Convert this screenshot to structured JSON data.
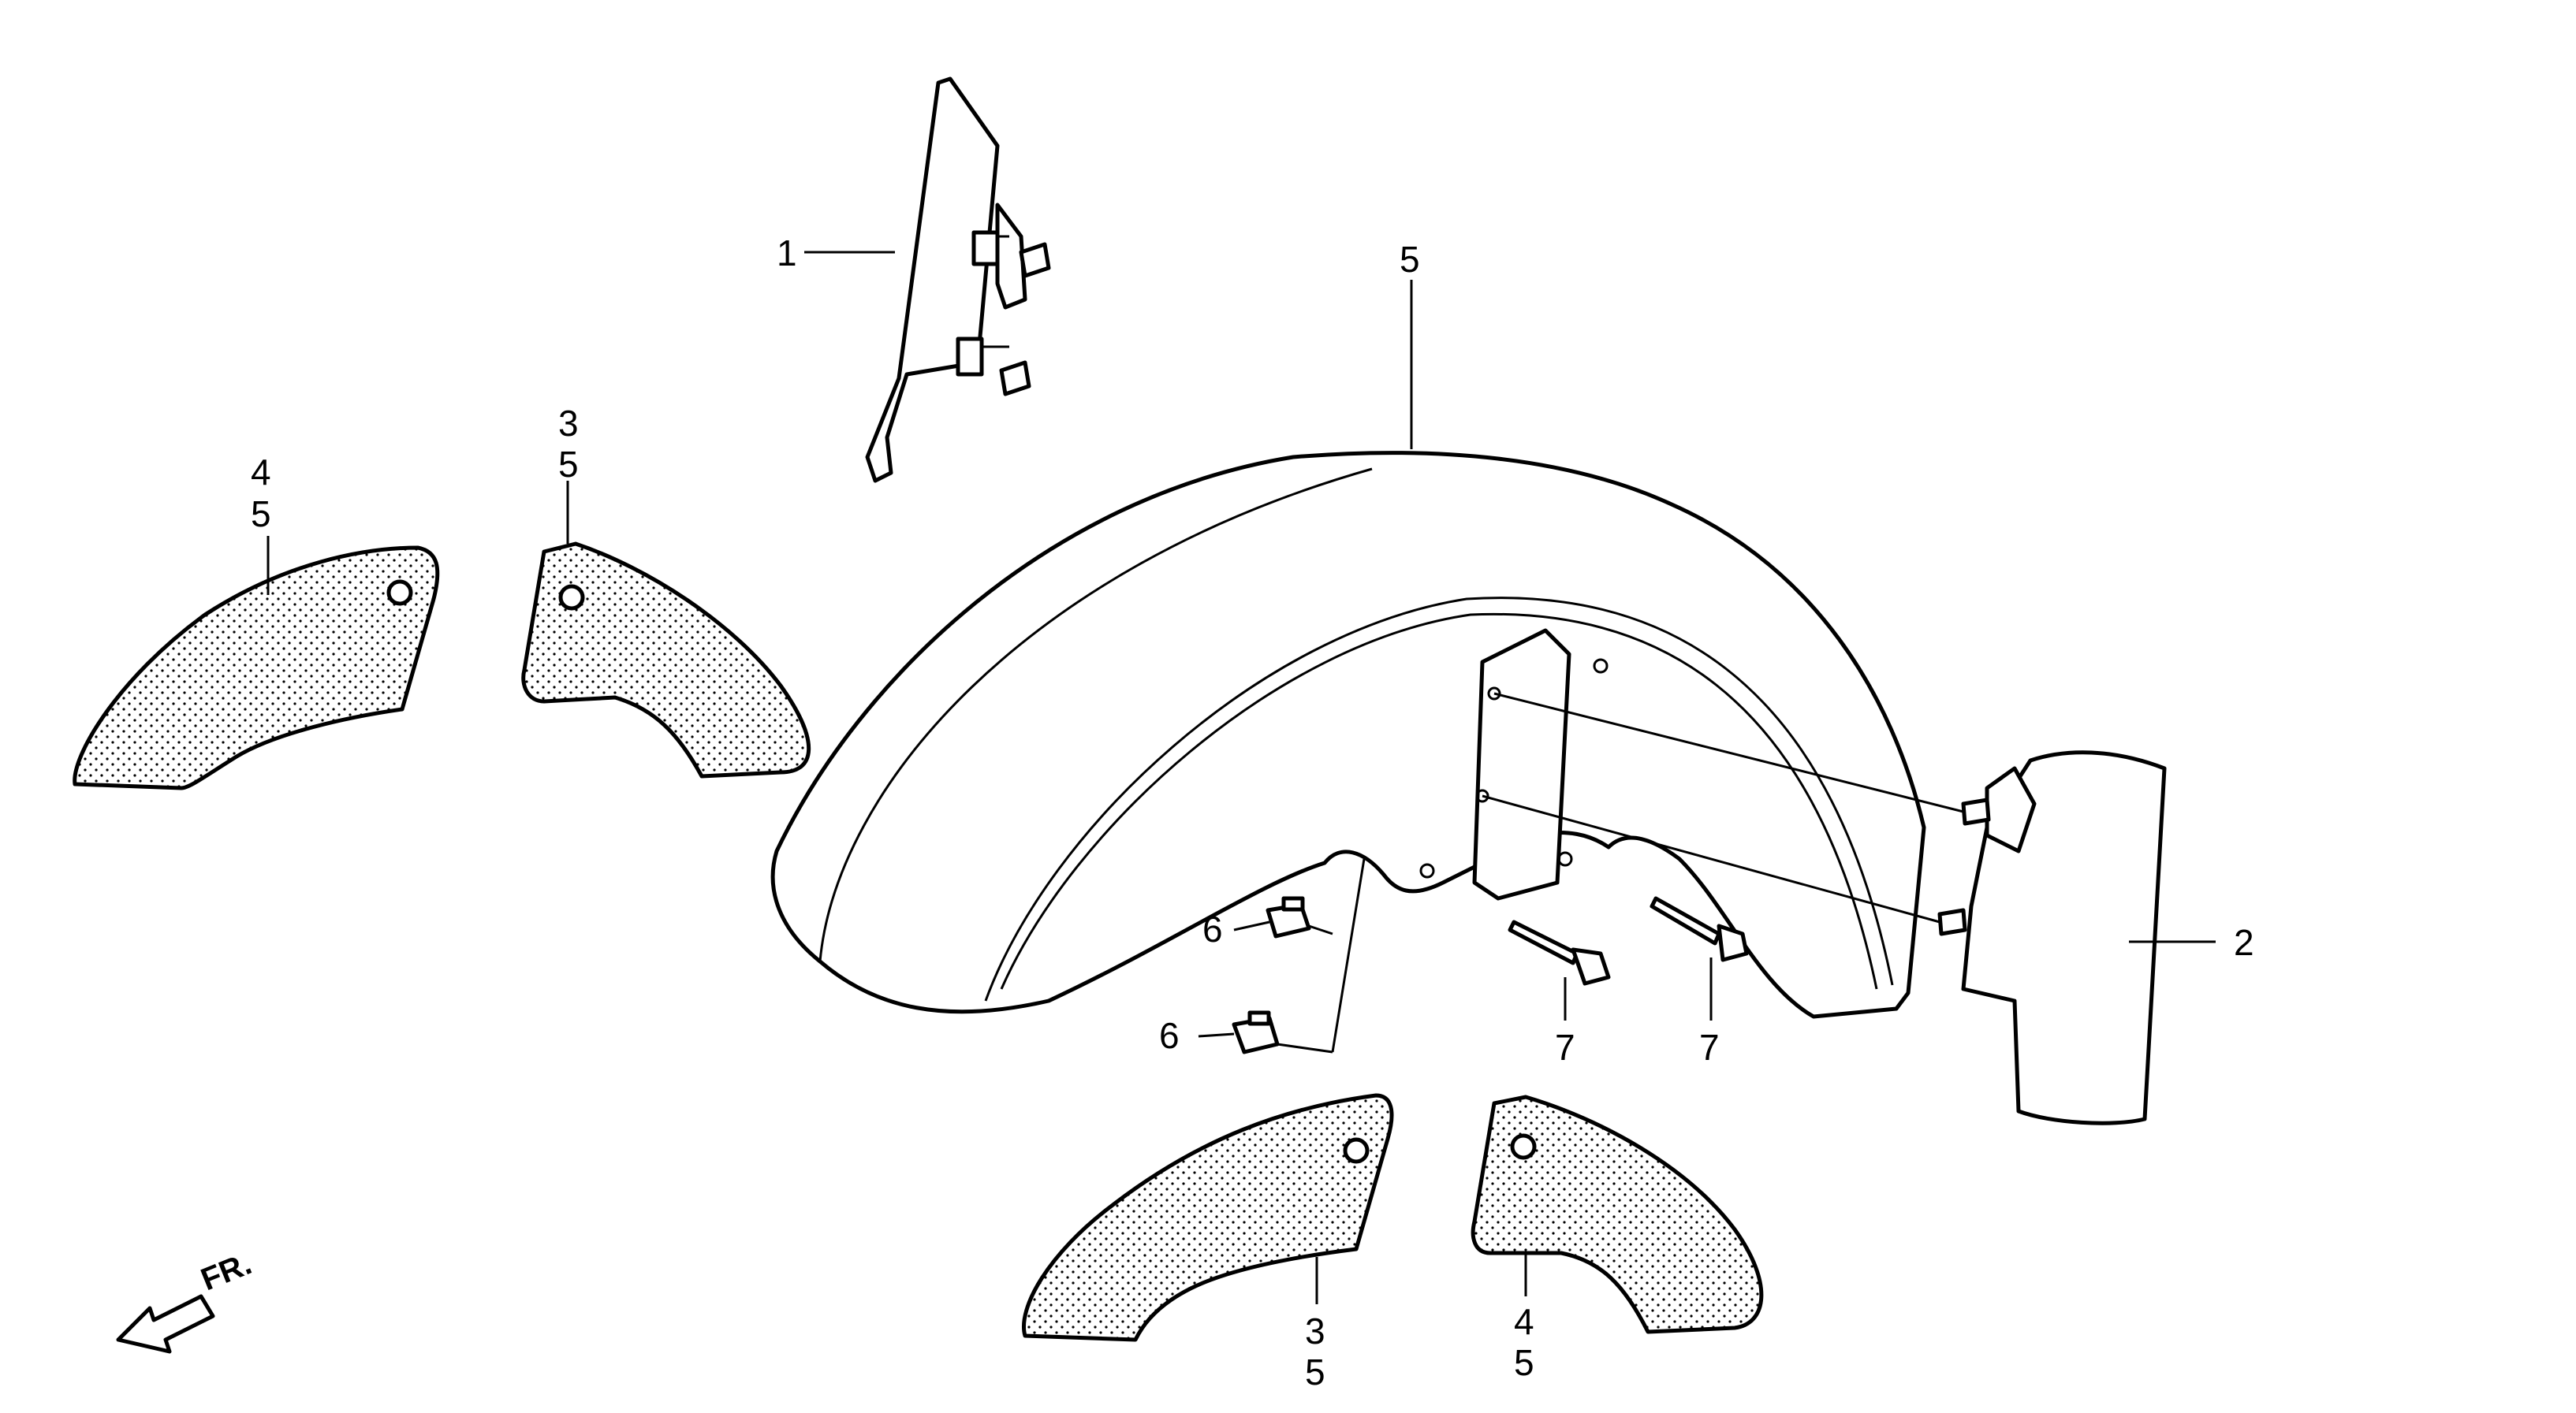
{
  "callouts": [
    {
      "id": "c1",
      "text": "1"
    },
    {
      "id": "c2",
      "text": "2"
    },
    {
      "id": "c5top",
      "text": "5"
    },
    {
      "id": "c3a",
      "text": "3"
    },
    {
      "id": "c5a",
      "text": "5"
    },
    {
      "id": "c4a",
      "text": "4"
    },
    {
      "id": "c5b",
      "text": "5"
    },
    {
      "id": "c6a",
      "text": "6"
    },
    {
      "id": "c6b",
      "text": "6"
    },
    {
      "id": "c7a",
      "text": "7"
    },
    {
      "id": "c7b",
      "text": "7"
    },
    {
      "id": "c3b",
      "text": "3"
    },
    {
      "id": "c5c",
      "text": "5"
    },
    {
      "id": "c4b",
      "text": "4"
    },
    {
      "id": "c5d",
      "text": "5"
    }
  ],
  "direction": {
    "text": "FR."
  },
  "colors": {
    "ink": "#000000",
    "paper": "#ffffff"
  }
}
